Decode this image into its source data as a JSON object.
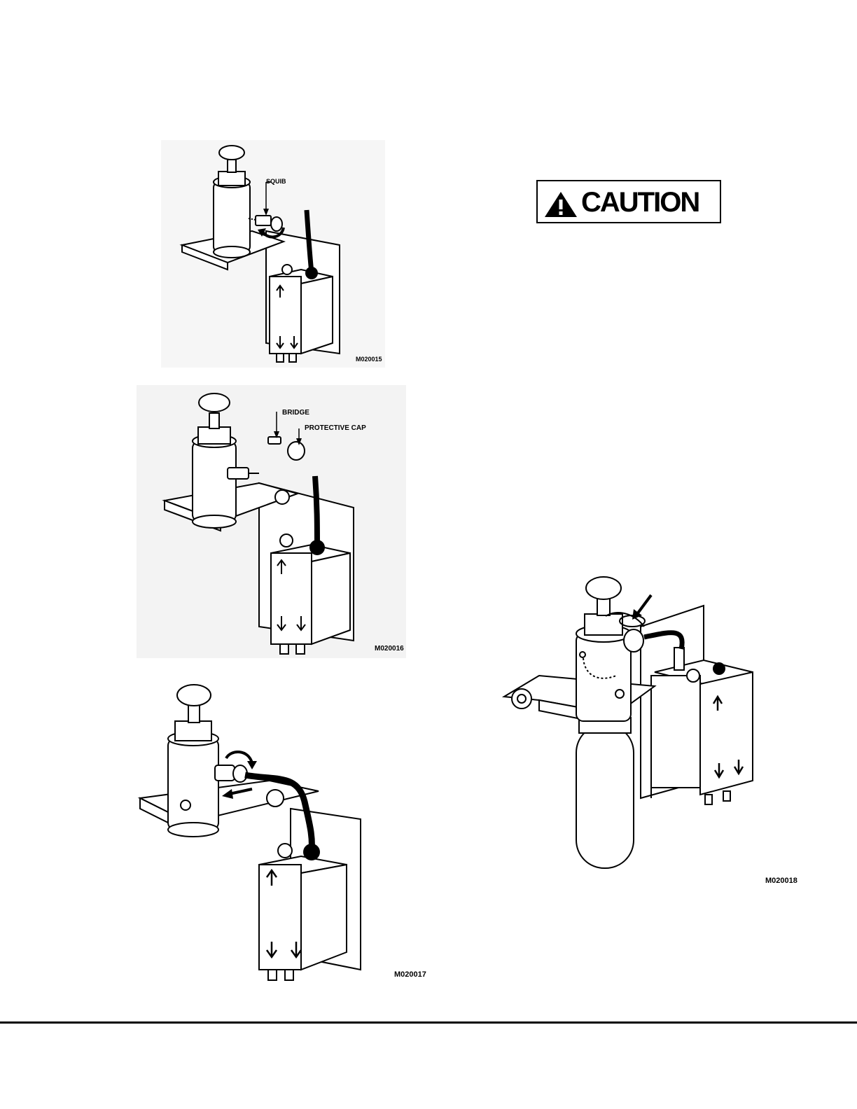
{
  "caution": {
    "label": "CAUTION",
    "icon": "warning-triangle-icon"
  },
  "figures": [
    {
      "code": "M020015",
      "labels": [
        "SQUIB"
      ]
    },
    {
      "code": "M020016",
      "labels": [
        "BRIDGE",
        "PROTECTIVE CAP"
      ]
    },
    {
      "code": "M020017",
      "labels": []
    },
    {
      "code": "M020018",
      "labels": []
    }
  ],
  "colors": {
    "ink": "#000000",
    "paper": "#ffffff",
    "shading": "#e8e8e8"
  }
}
